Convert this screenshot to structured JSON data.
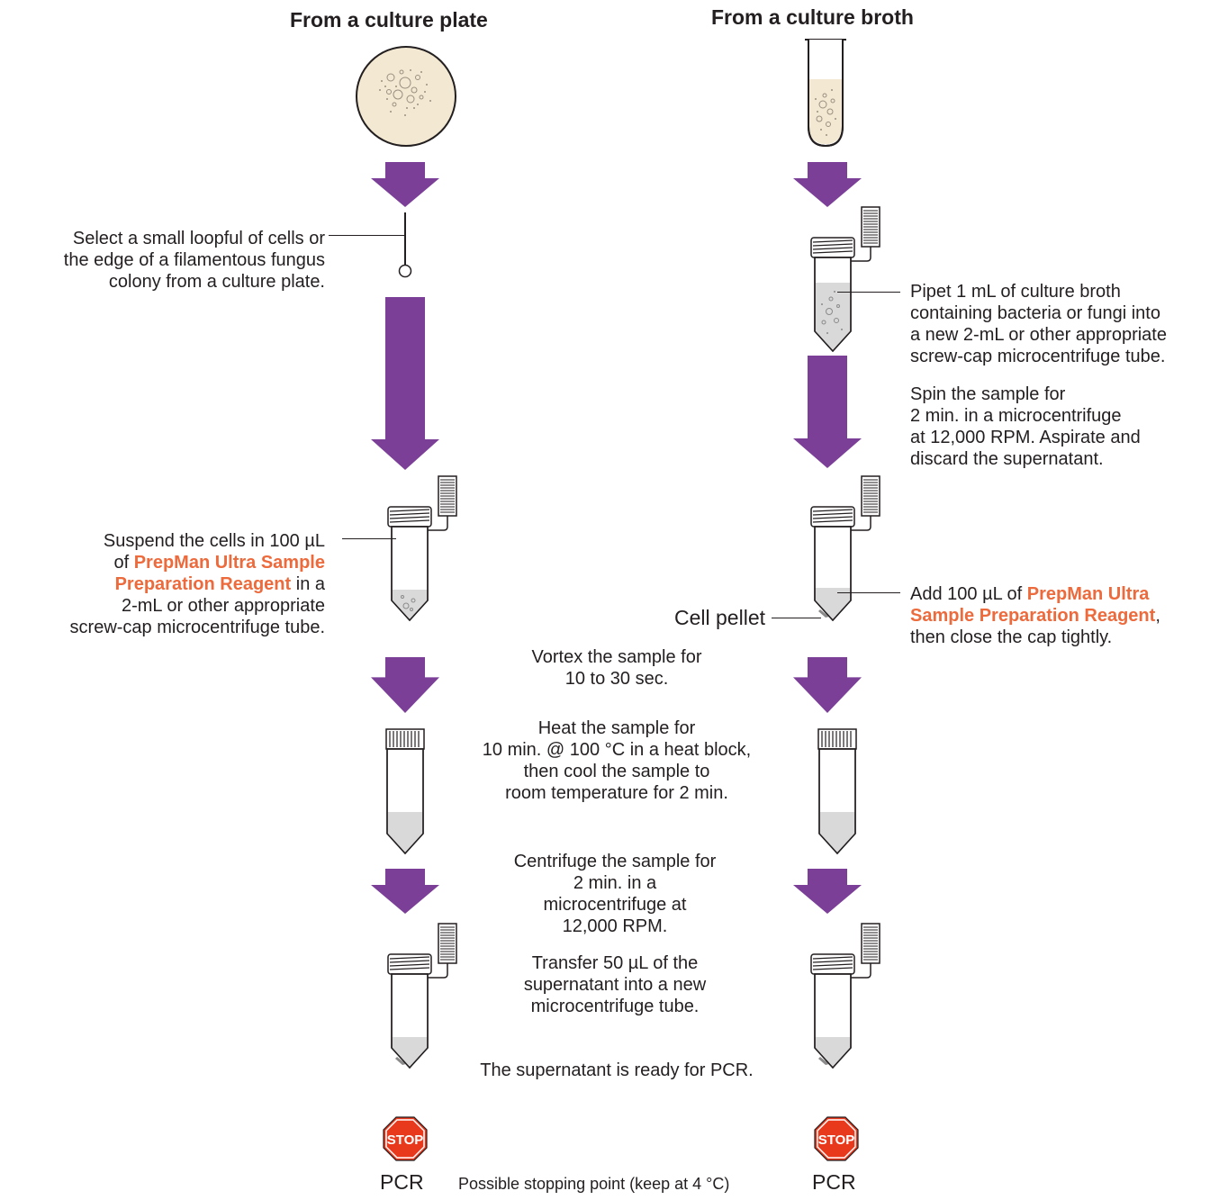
{
  "titles": {
    "plate": "From a culture plate",
    "broth": "From a culture broth"
  },
  "left": {
    "select": [
      "Select a small loopful of cells or",
      "the edge of a filamentous fungus",
      "colony from a culture plate."
    ],
    "suspend": {
      "line1": "Suspend the cells in 100 µL",
      "line2_pre": "of ",
      "line2_hl": "PrepMan Ultra Sample",
      "line3_hl": "Preparation Reagent",
      "line3_post": " in a",
      "line4": "2-mL or other appropriate",
      "line5": "screw-cap microcentrifuge tube."
    }
  },
  "right": {
    "pipet": [
      "Pipet 1 mL of culture broth",
      "containing bacteria or fungi into",
      "a new 2-mL or other appropriate",
      "screw-cap microcentrifuge tube."
    ],
    "spin": [
      "Spin the sample for",
      "2 min. in a microcentrifuge",
      "at 12,000 RPM.  Aspirate and",
      "discard the supernatant."
    ],
    "add": {
      "line1_pre": "Add 100 µL of ",
      "line1_hl": "PrepMan Ultra",
      "line2_hl": "Sample Preparation Reagent",
      "line2_post": ",",
      "line3": "then close the cap tightly."
    },
    "cell_pellet": "Cell pellet"
  },
  "center": {
    "vortex": [
      "Vortex the sample for",
      "10 to 30 sec."
    ],
    "heat": [
      "Heat the sample for",
      "10 min. @ 100 °C in a heat block,",
      "then cool the sample to",
      "room temperature for 2 min."
    ],
    "centrifuge": [
      "Centrifuge the sample for",
      "2 min. in a",
      "microcentrifuge at",
      "12,000 RPM."
    ],
    "transfer": [
      "Transfer 50 µL of the",
      "supernatant into a new",
      "microcentrifuge tube."
    ],
    "ready": "The supernatant is ready for PCR.",
    "stopping": "Possible stopping point (keep at 4 °C)"
  },
  "stop_sign_text": "STOP",
  "pcr_left": "PCR",
  "pcr_right": "PCR",
  "colors": {
    "arrow": "#7b3f98",
    "highlight": "#ec6a3c",
    "stop": "#e8391d",
    "culture": "#f3e9d2",
    "liquid": "#d9d9d9"
  }
}
